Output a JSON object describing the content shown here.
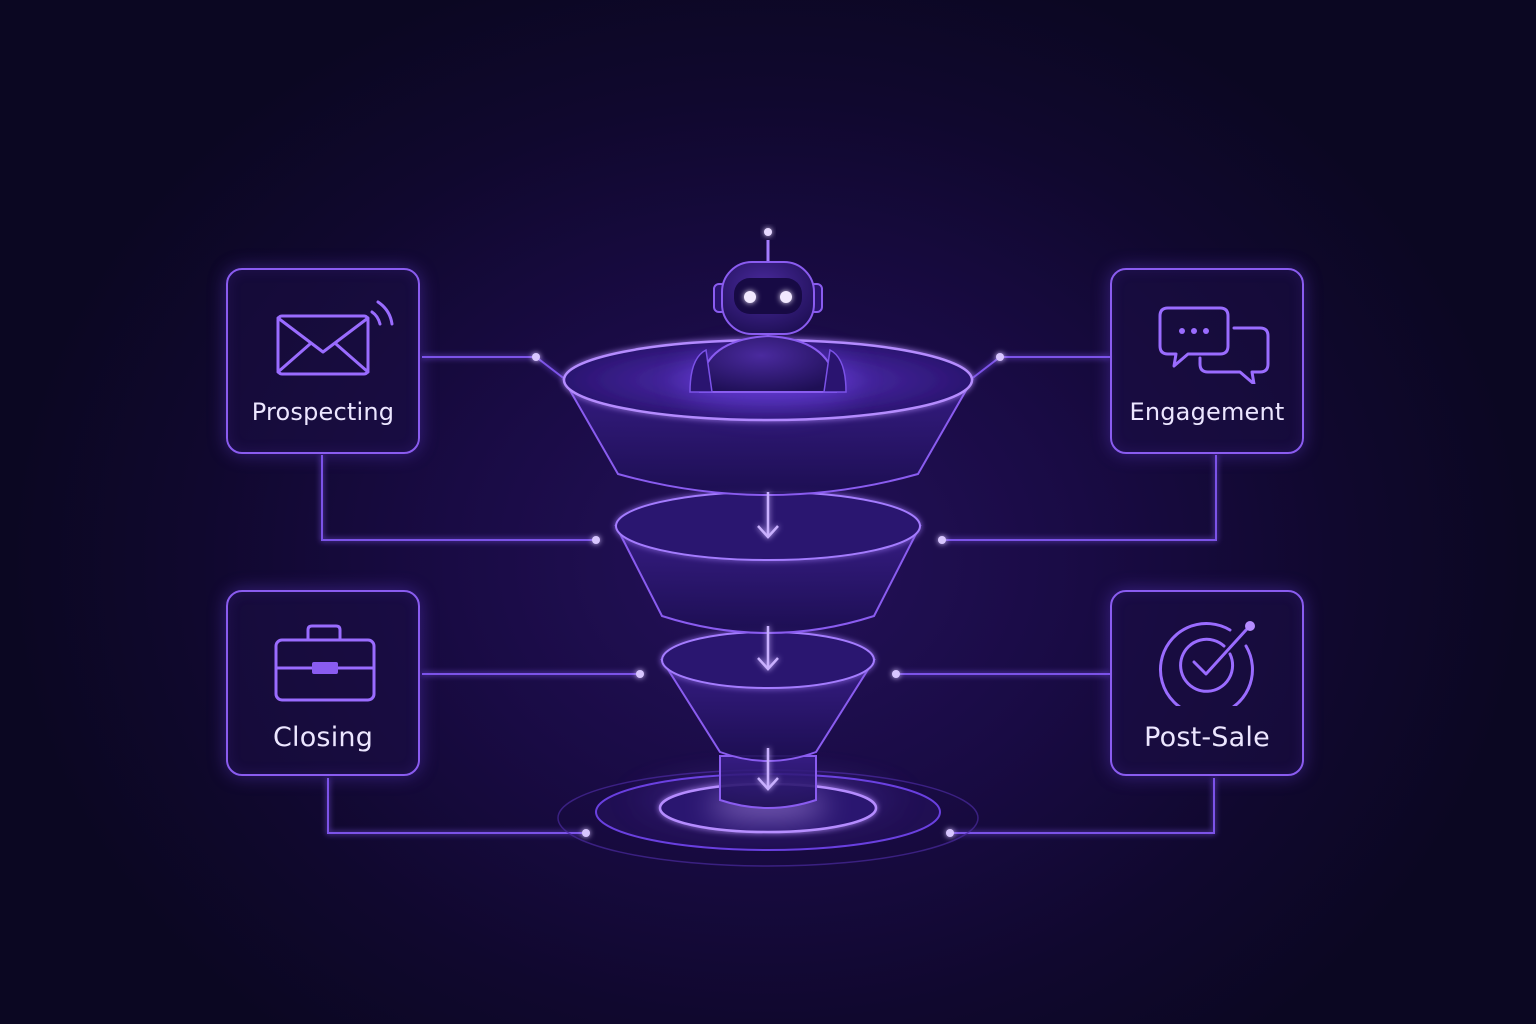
{
  "diagram": {
    "stages": [
      {
        "label": "Prospecting",
        "icon": "envelope-icon"
      },
      {
        "label": "Engagement",
        "icon": "chat-bubbles-icon"
      },
      {
        "label": "Closing",
        "icon": "briefcase-icon"
      },
      {
        "label": "Post-Sale",
        "icon": "target-check-icon"
      }
    ],
    "center_figure": "robot-icon",
    "funnel_tiers": 3,
    "colors": {
      "background": "#10082e",
      "accent": "#7c4dff",
      "line": "#8a5cf0",
      "text": "#ece6ff"
    }
  }
}
